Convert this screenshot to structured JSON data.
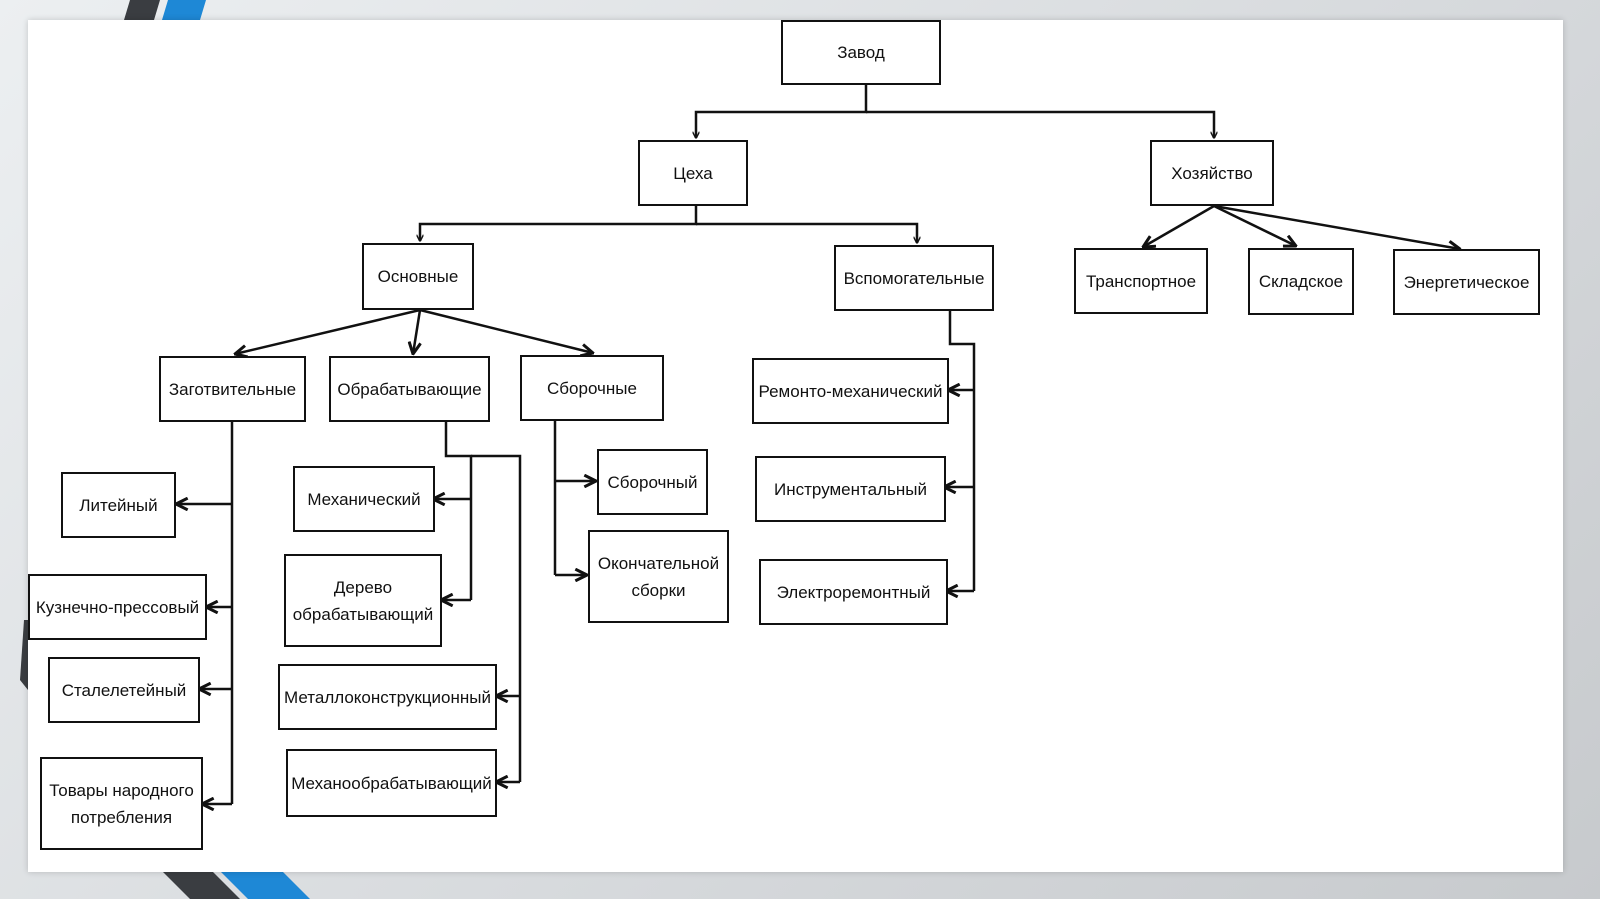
{
  "slide": {
    "background": "#ffffff",
    "accent_colors": {
      "blue": "#1e88d6",
      "dark": "#3a3d41"
    }
  },
  "diagram": {
    "type": "org-chart",
    "line_color": "#111111",
    "nodes": {
      "zavod": "Завод",
      "tsekha": "Цеха",
      "hozyaystvo": "Хозяйство",
      "osnovnye": "Основные",
      "vspomogatelnye": "Вспомогательные",
      "transportnoe": "Транспортное",
      "skladskoe": "Складское",
      "energeticheskoe": "Энергетическое",
      "zagotovitelnye": "Заготвительные",
      "obrabatyvayushchie": "Обрабатывающие",
      "sborochnye": "Сборочные",
      "liteyny": "Литейный",
      "kuznechno": "Кузнечно-прессовый",
      "staleliteyny": "Сталелетейный",
      "tovary": "Товары народного\nпотребления",
      "mekhanicheskiy": "Механический",
      "derevo": "Дерево\nобрабатывающий",
      "metallokonstr": "Металлоконструкционный",
      "mekhanoobr": "Механообрабатывающий",
      "sborochny": "Сборочный",
      "okonchatelnoy": "Окончательной\nсборки",
      "remontno": "Ремонто-механический",
      "instrumentalny": "Инструментальный",
      "elektroremontny": "Электроремонтный"
    }
  }
}
